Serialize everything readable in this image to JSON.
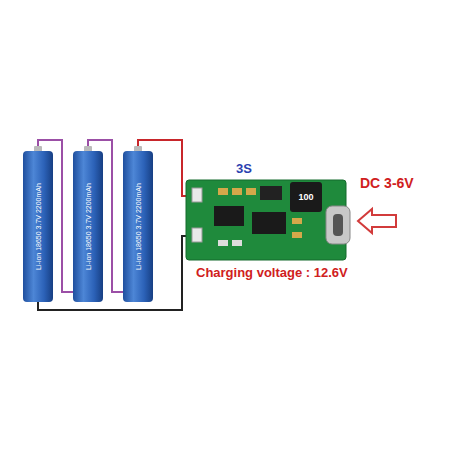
{
  "diagram": {
    "labels": [
      "3S",
      "DC 3-6V",
      "Charging voltage : 12.6V",
      "100",
      "Li-ion 18650 3.7V 2200mAh",
      "Li-ion 18650 3.7V 2200mAh",
      "Li-ion 18650 3.7V 2200mAh"
    ]
  }
}
